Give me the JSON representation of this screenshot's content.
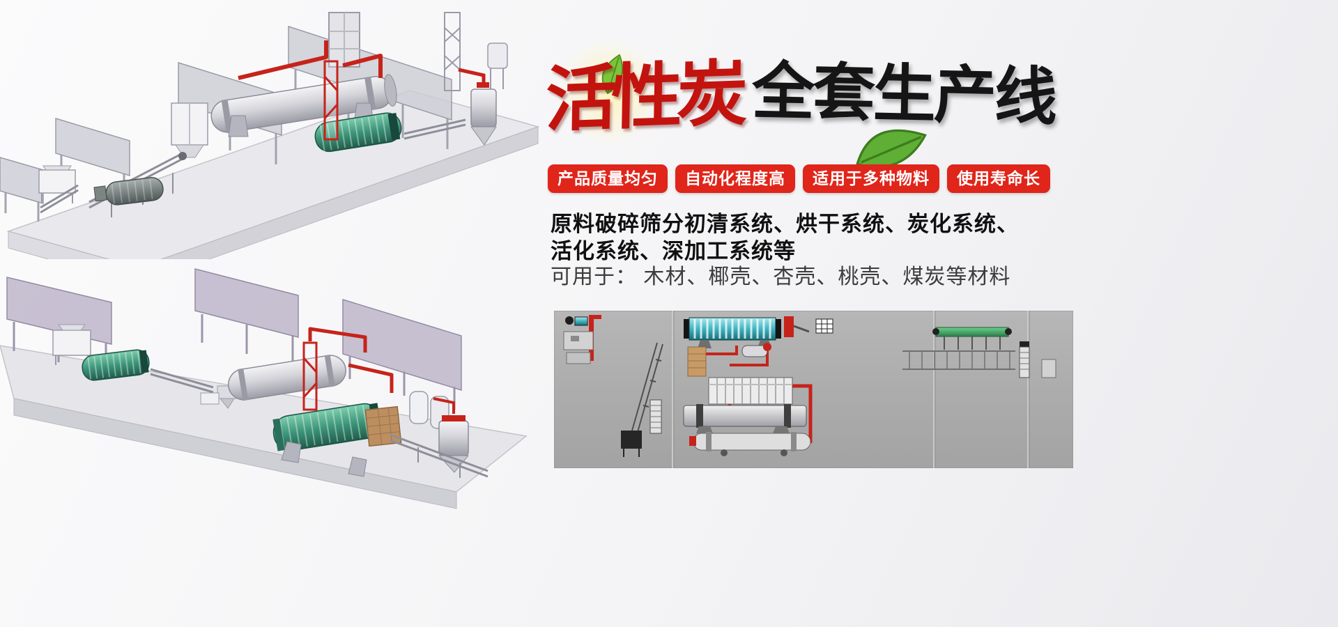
{
  "hero": {
    "title": {
      "red": "活性炭",
      "black": "全套生产线"
    },
    "badges": [
      "产品质量均匀",
      "自动化程度高",
      "适用于多种物料",
      "使用寿命长"
    ],
    "description": {
      "line1": "原料破碎筛分初清系统、烘干系统、炭化系统、",
      "line2": "活化系统、深加工系统等",
      "line3": "可用于： 木材、椰壳、杏壳、桃壳、煤炭等材料"
    },
    "colors": {
      "badge_red": "#e0251a",
      "title_red": "#c3130e",
      "title_black": "#151515",
      "body_text": "#101010",
      "muted_text": "#3c3c3c",
      "pipe_red": "#c6231a",
      "drum_green": "#3d9579",
      "schematic_bg": "#acacac",
      "background": "#f4f4f6"
    },
    "icons": {
      "leaf_small": "leaf-icon",
      "leaf_large": "leaf-icon",
      "glow": "glow-decoration"
    }
  }
}
